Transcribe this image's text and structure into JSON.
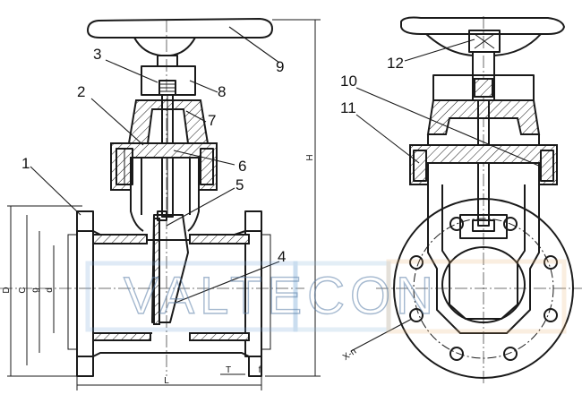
{
  "drawing": {
    "watermark": "VALTECON",
    "labels": {
      "p1": "1",
      "p2": "2",
      "p3": "3",
      "p4": "4",
      "p5": "5",
      "p6": "6",
      "p7": "7",
      "p8": "8",
      "p9": "9",
      "p10": "10",
      "p11": "11",
      "p12": "12"
    },
    "dimensions": {
      "height": "H",
      "length": "L",
      "flange_thickness": "T",
      "flange_face": "f",
      "d_outer": "D",
      "d_bolt_circle": "C",
      "d_raised_face": "g",
      "d_nominal": "d",
      "bolt_holes": "X-n"
    }
  },
  "colors": {
    "line": "#1a1a1a",
    "watermark_blue": "#5a7fa8",
    "watermark_orange": "#e8b074"
  }
}
